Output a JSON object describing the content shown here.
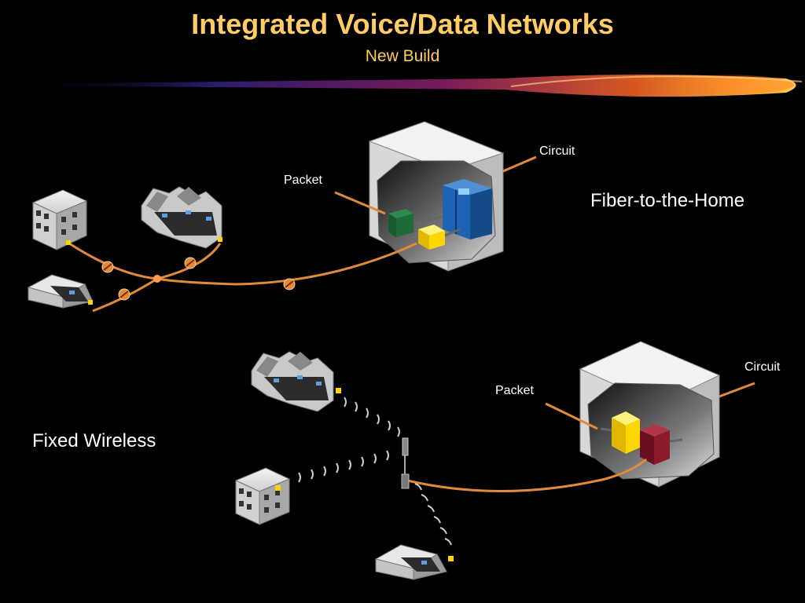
{
  "slide": {
    "title": "Integrated Voice/Data Networks",
    "subtitle": "New Build"
  },
  "ftth": {
    "label": "Fiber-to-the-Home",
    "packet_label": "Packet",
    "circuit_label": "Circuit"
  },
  "wireless": {
    "label": "Fixed Wireless",
    "packet_label": "Packet",
    "circuit_label": "Circuit"
  },
  "colors": {
    "title": "#ffcc66",
    "fiber": "#e08a3c",
    "packet_box": "#ffd700",
    "circuit_box_ftth": "#1e63b5",
    "circuit_box_wireless": "#8b1a2b",
    "green_box": "#1f6b3a"
  }
}
